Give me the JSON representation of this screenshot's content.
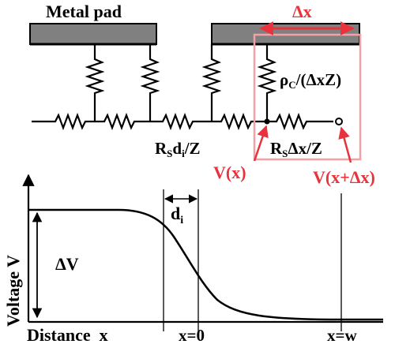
{
  "labels": {
    "metal_pad": "Metal pad",
    "delta_x": "Δx",
    "contact_resistance": "ρ",
    "contact_resistance_sub": "C",
    "contact_resistance_rest": "/(ΔxZ)",
    "sheet_r_di_main": "R",
    "sheet_r_di_sub1": "S",
    "sheet_r_di_mid": "d",
    "sheet_r_di_sub2": "i",
    "sheet_r_di_end": "/Z",
    "sheet_r_dx_main": "R",
    "sheet_r_dx_sub": "S",
    "sheet_r_dx_end": "Δx/Z",
    "v_x": "V(x)",
    "v_x_dx": "V(x+Δx)",
    "di_main": "d",
    "di_sub": "i",
    "delta_v": "ΔV",
    "y_axis": "Voltage V",
    "x_axis": "Distance  x",
    "x_zero": "x=0",
    "x_w": "x=w"
  },
  "colors": {
    "highlight": "#e8323c",
    "highlight_box": "#f5a0a4",
    "pad_fill": "#808080"
  }
}
